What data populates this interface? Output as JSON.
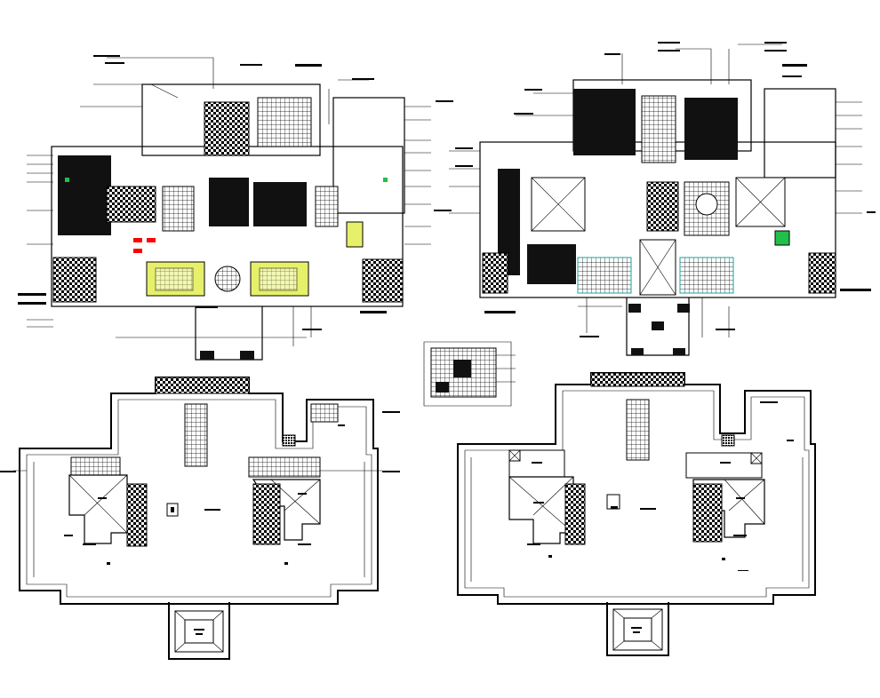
{
  "drawing": {
    "sheets": [
      {
        "id": "plan-upper-left",
        "kind": "floor-plan",
        "highlight_color": "#dde86a",
        "accent_color": "#ff0000"
      },
      {
        "id": "plan-upper-right",
        "kind": "floor-plan",
        "highlight_color": "#19b34a",
        "accent_color": "#1aa7a7"
      },
      {
        "id": "key-plan-small",
        "kind": "key-plan"
      },
      {
        "id": "roof-plan-lower-left",
        "kind": "roof-plan"
      },
      {
        "id": "roof-plan-lower-right",
        "kind": "roof-plan"
      }
    ],
    "colors": {
      "ink": "#000000",
      "paper": "#ffffff",
      "yellow_fill": "#e6f06a",
      "red_mark": "#ff0000",
      "green_mark": "#22c04a",
      "teal_mark": "#17a3a3"
    }
  }
}
